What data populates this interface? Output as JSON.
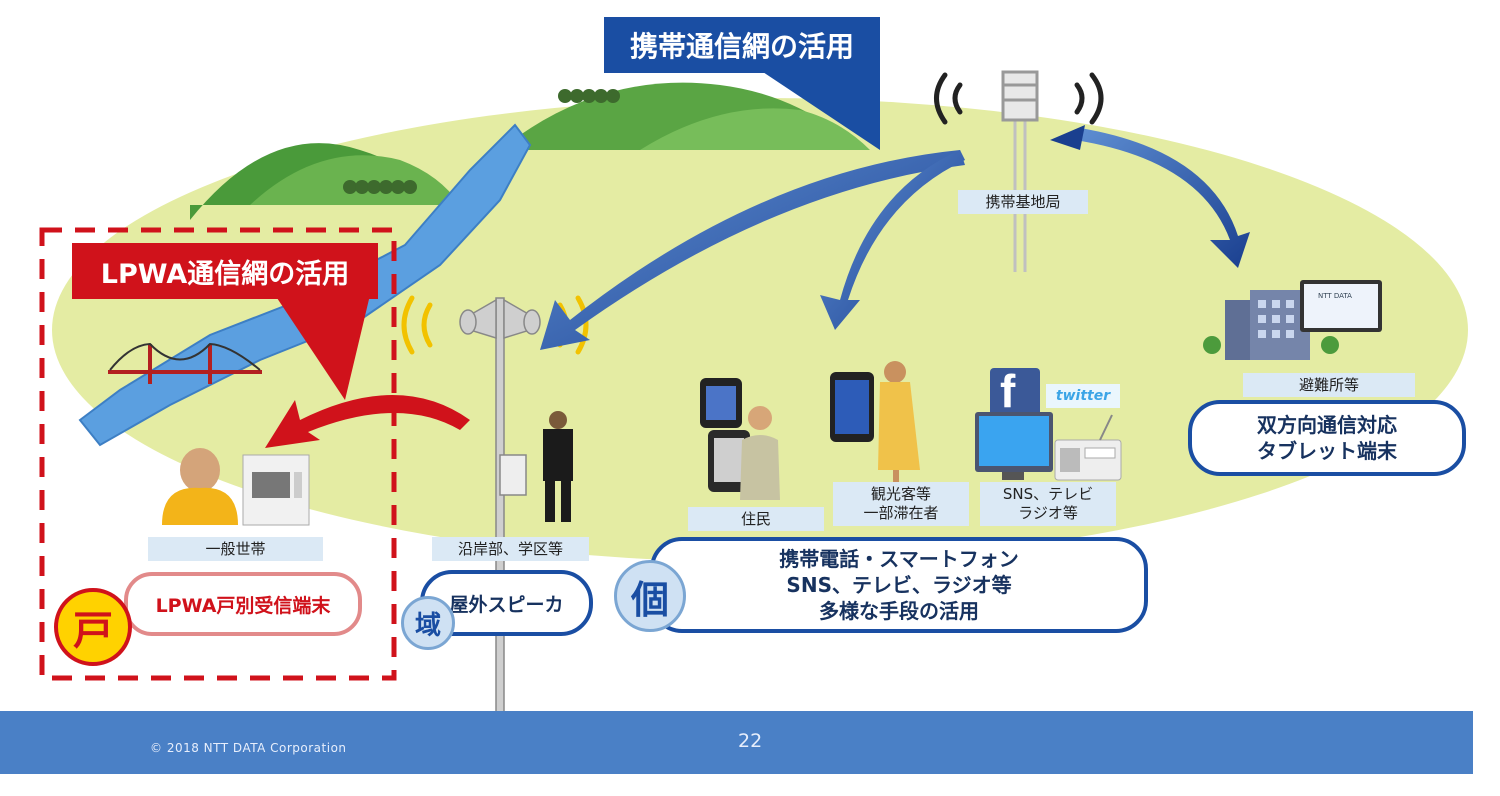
{
  "banners": {
    "mobile_network": "携帯通信網の活用",
    "lpwa_network": "LPWA通信網の活用"
  },
  "labels": {
    "base_station": "携帯基地局",
    "shelter": "避難所等",
    "household": "一般世帯",
    "coastal": "沿岸部、学区等",
    "residents": "住民",
    "tourists": "観光客等\n一部滞在者",
    "media": "SNS、テレビ\nラジオ等",
    "tablet_screen": "NTT DATA"
  },
  "callouts": {
    "tablet": "双方向通信対応\nタブレット端末",
    "lpwa_terminal": "LPWA戸別受信端末",
    "outdoor_speaker": "屋外スピーカ",
    "diverse_means": "携帯電話・スマートフォン\nSNS、テレビ、ラジオ等\n多様な手段の活用"
  },
  "badges": {
    "household": "戸",
    "area": "域",
    "individual": "個"
  },
  "logos": {
    "facebook": "f",
    "twitter": "twitter"
  },
  "footer": {
    "copyright": "© 2018 NTT DATA Corporation",
    "page": "22"
  },
  "colors": {
    "brand_blue": "#1a4ea3",
    "alert_red": "#d0121b",
    "footer_blue": "#4a80c6",
    "field_green": "#e4eca3",
    "label_bg": "#dbe9f5"
  }
}
